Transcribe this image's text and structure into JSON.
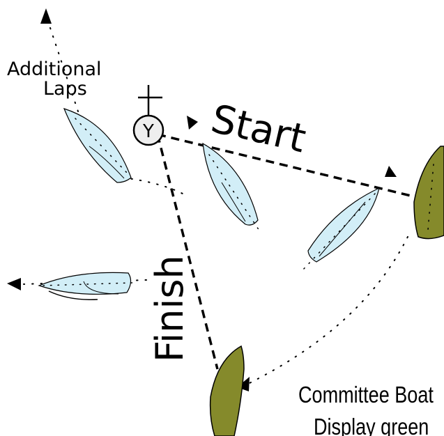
{
  "diagram": {
    "labels": {
      "additional_line1": "Additional",
      "additional_line2": "Laps",
      "start": "Start",
      "finish": "Finish",
      "committee_line1": "Committee Boat",
      "committee_line2": "Display green"
    },
    "mark_letter": "Y",
    "colors": {
      "dinghy_fill": "#d2eef7",
      "committee_fill": "#858a2b",
      "mark_fill": "#eeeeee",
      "line": "#000000"
    }
  }
}
